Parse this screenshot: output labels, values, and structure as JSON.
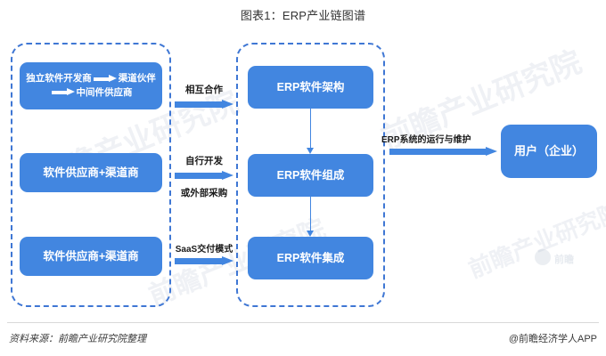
{
  "title": "图表1：ERP产业链图谱",
  "colors": {
    "node_blue": "#4286e0",
    "dashed_border": "#3f77d4",
    "arrow_blue": "#4286e0",
    "background": "#ffffff"
  },
  "upstream": {
    "nodes": [
      {
        "id": "isv",
        "part_1": "独立软件开发商",
        "part_2": "渠道伙伴",
        "part_3": "中间件供应商",
        "full_text": "独立软件开发商 → 渠道伙伴 → 中间件供应商"
      },
      {
        "id": "supplier-1",
        "label": "软件供应商+渠道商"
      },
      {
        "id": "supplier-2",
        "label": "软件供应商+渠道商"
      }
    ]
  },
  "midstream": {
    "nodes": [
      {
        "id": "arch",
        "label": "ERP软件架构"
      },
      {
        "id": "comp",
        "label": "ERP软件组成"
      },
      {
        "id": "integ",
        "label": "ERP软件集成"
      }
    ]
  },
  "downstream": {
    "node": {
      "id": "user",
      "label": "用户（企业）"
    }
  },
  "connectors": {
    "cooperate": "相互合作",
    "self_develop": "自行开发",
    "external_purchase": "或外部采购",
    "saas_delivery": "SaaS交付模式",
    "operations_maintenance": "ERP系统的运行与维护"
  },
  "footer": {
    "source": "资料来源：前瞻产业研究院整理",
    "credit": "@前瞻经济学人APP"
  },
  "watermark": {
    "text_a": "前瞻产业研究院",
    "text_b": "前瞻产业研究院",
    "text_c": "前瞻产业研究院",
    "text_d": "前瞻产业研究院",
    "logo_text": "前瞻"
  }
}
